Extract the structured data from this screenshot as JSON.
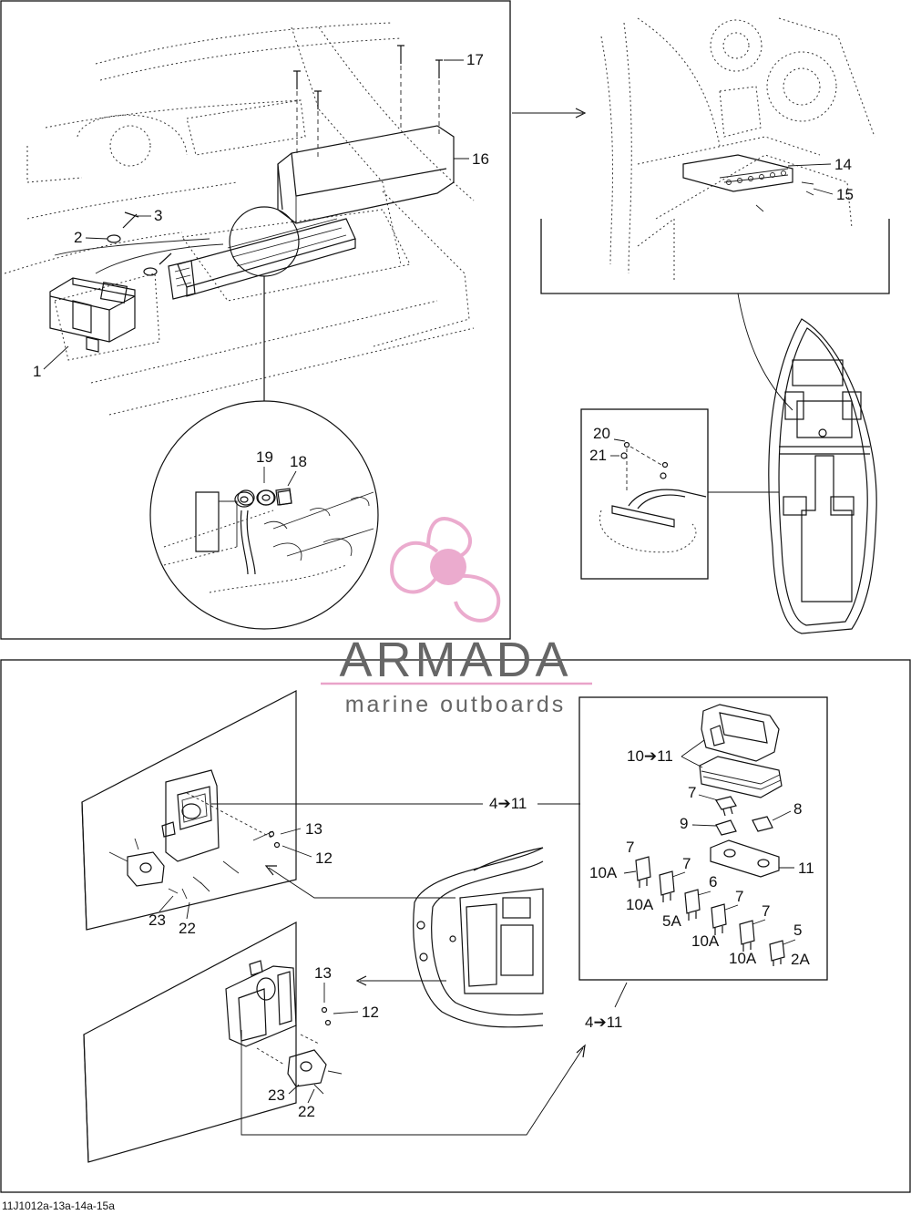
{
  "watermark": {
    "brand": "ARMADA",
    "tagline": "marine outboards",
    "color_pink": "#e9a3c9",
    "color_text": "#666666"
  },
  "reference_code": "11J1012a-13a-14a-15a",
  "callouts": {
    "c1": "1",
    "c2": "2",
    "c3": "3",
    "c14": "14",
    "c15": "15",
    "c16": "16",
    "c17": "17",
    "c18": "18",
    "c19": "19",
    "c20": "20",
    "c21": "21",
    "kit_4_11_a": "4➔11",
    "kit_4_11_b": "4➔11",
    "kit_10_11": "10➔11",
    "c13a": "13",
    "c12a": "12",
    "c23a": "23",
    "c22a": "22",
    "c13b": "13",
    "c12b": "12",
    "c23b": "23",
    "c22b": "22",
    "f7a": "7",
    "f8": "8",
    "f9": "9",
    "f11": "11",
    "f7b": "7",
    "f10a_b": "10A",
    "f7c": "7",
    "f10a_c": "10A",
    "f6": "6",
    "f5a": "5A",
    "f7d": "7",
    "f10a_d": "10A",
    "f7e": "7",
    "f10a_e": "10A",
    "f5": "5",
    "f2a": "2A"
  }
}
